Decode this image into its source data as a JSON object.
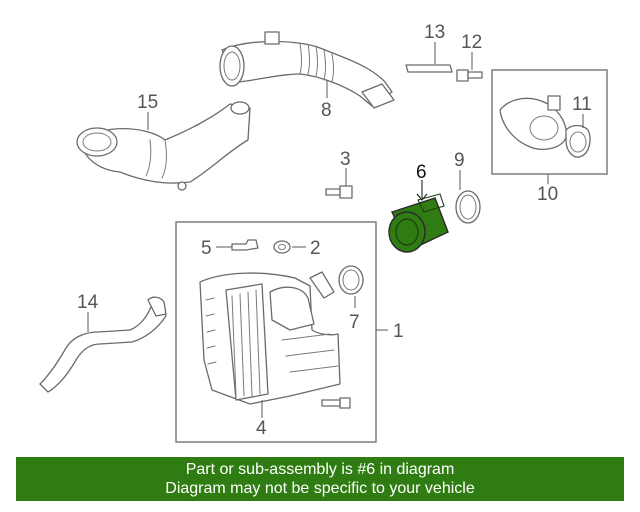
{
  "diagram": {
    "callouts": {
      "n1": "1",
      "n2": "2",
      "n3": "3",
      "n4": "4",
      "n5": "5",
      "n6": "6",
      "n7": "7",
      "n8": "8",
      "n9": "9",
      "n10": "10",
      "n11": "11",
      "n12": "12",
      "n13": "13",
      "n14": "14",
      "n15": "15"
    },
    "highlight_part": "6",
    "colors": {
      "highlight": "#2f7d12",
      "line": "#6b6b6b"
    }
  },
  "banner": {
    "line1": "Part or sub-assembly is #6 in diagram",
    "line2": "Diagram may not be specific to your vehicle",
    "background": "#2f7d12",
    "text_color": "#ffffff"
  }
}
